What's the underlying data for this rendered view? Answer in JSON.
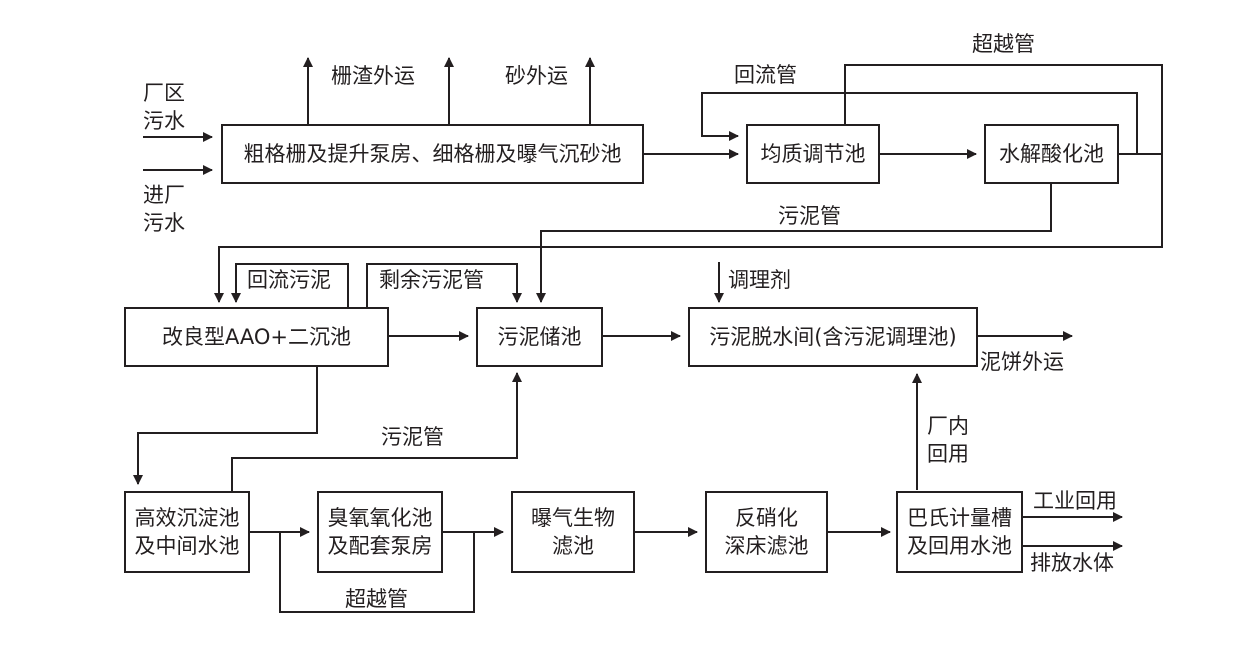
{
  "boxes": {
    "pretreatment": "粗格栅及提升泵房、细格栅及曝气沉砂池",
    "equalization": "均质调节池",
    "hydrolysis": "水解酸化池",
    "aao": "改良型AAO+二沉池",
    "sludge_storage": "污泥储池",
    "dewatering": "污泥脱水间(含污泥调理池)",
    "high_eff_settling": "高效沉淀池\n及中间水池",
    "ozone": "臭氧氧化池\n及配套泵房",
    "baf": "曝气生物\n滤池",
    "denitrification": "反硝化\n深床滤池",
    "parshall": "巴氏计量槽\n及回用水池"
  },
  "labels": {
    "plant_sewage": "厂区\n污水",
    "incoming_sewage": "进厂\n污水",
    "screenings_out": "栅渣外运",
    "sand_out": "砂外运",
    "reflux_pipe": "回流管",
    "bypass_top": "超越管",
    "sludge_pipe_top": "污泥管",
    "reflux_sludge": "回流污泥",
    "excess_sludge_pipe": "剩余污泥管",
    "conditioner": "调理剂",
    "cake_out": "泥饼外运",
    "sludge_pipe_mid": "污泥管",
    "plant_reuse": "厂内\n回用",
    "industrial_reuse": "工业回用",
    "discharge": "排放水体",
    "bypass_bottom": "超越管"
  }
}
